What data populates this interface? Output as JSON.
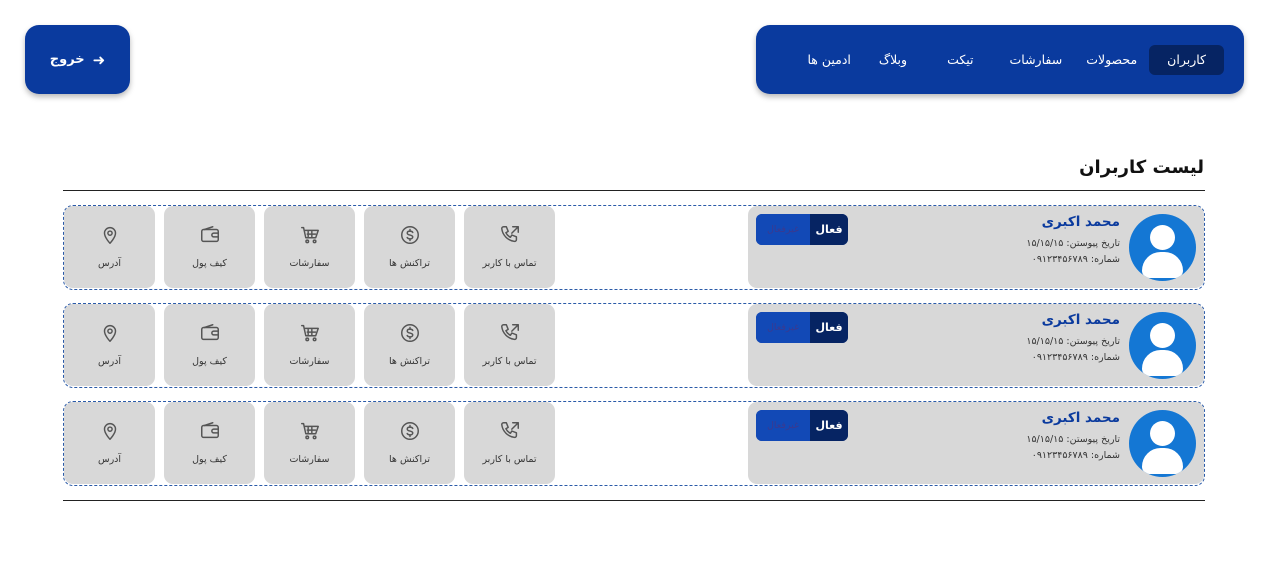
{
  "header": {
    "logout_label": "خروج",
    "nav": [
      {
        "label": "کاربران",
        "active": true
      },
      {
        "label": "محصولات",
        "active": false
      },
      {
        "label": "سفارشات",
        "active": false
      },
      {
        "label": "تیکت",
        "active": false
      },
      {
        "label": "وبلاگ",
        "active": false
      },
      {
        "label": "ادمین ها",
        "active": false
      }
    ]
  },
  "page": {
    "title": "لیست کاربران"
  },
  "users": [
    {
      "name": "محمد اکبری",
      "join_date": "تاریخ پیوستن: ۱۵/۱۵/۱۵",
      "phone": "شماره: ۰۹۱۲۳۴۵۶۷۸۹",
      "status_active": "فعال",
      "status_inactive": "غیرفعال"
    },
    {
      "name": "محمد اکبری",
      "join_date": "تاریخ پیوستن: ۱۵/۱۵/۱۵",
      "phone": "شماره: ۰۹۱۲۳۴۵۶۷۸۹",
      "status_active": "فعال",
      "status_inactive": "غیرفعال"
    },
    {
      "name": "محمد اکبری",
      "join_date": "تاریخ پیوستن: ۱۵/۱۵/۱۵",
      "phone": "شماره: ۰۹۱۲۳۴۵۶۷۸۹",
      "status_active": "فعال",
      "status_inactive": "غیرفعال"
    }
  ],
  "actions": [
    {
      "label": "آدرس",
      "icon": "location-pin-icon"
    },
    {
      "label": "کیف پول",
      "icon": "wallet-icon"
    },
    {
      "label": "سفارشات",
      "icon": "cart-icon"
    },
    {
      "label": "تراکنش ها",
      "icon": "dollar-circle-icon"
    },
    {
      "label": "تماس با کاربر",
      "icon": "phone-call-icon"
    }
  ],
  "colors": {
    "primary": "#0a3a9e",
    "primary_dark": "#062463",
    "avatar": "#1477d4",
    "card": "#d8d8d8",
    "dashed_border": "#2a5aa8"
  }
}
